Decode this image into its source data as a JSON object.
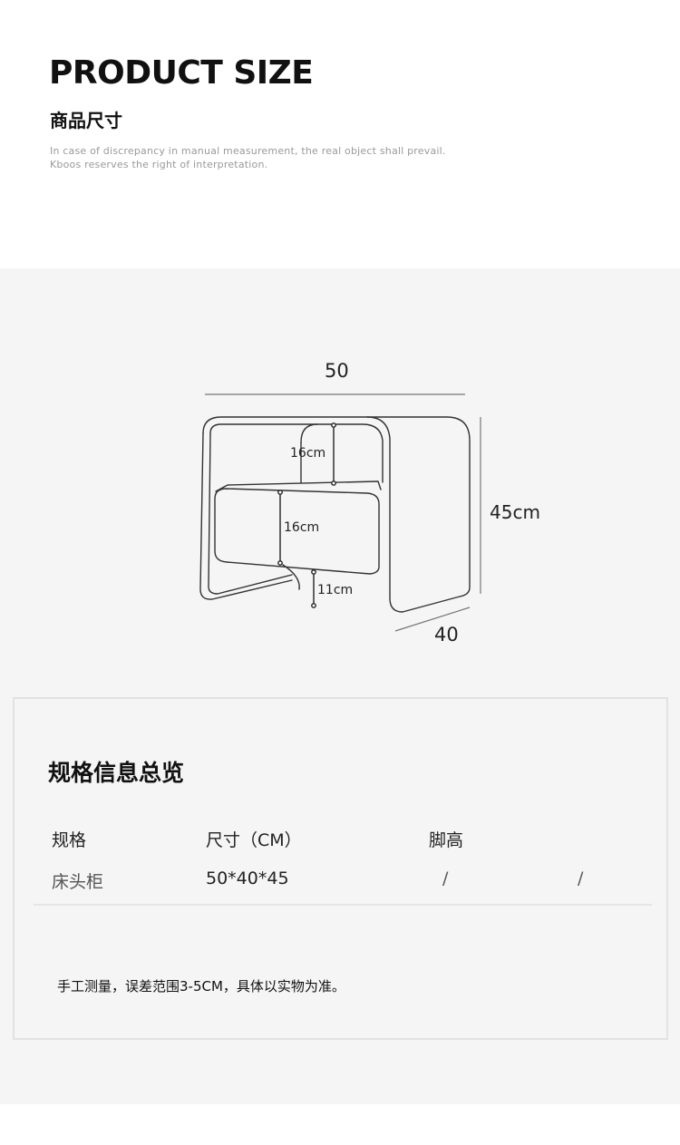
{
  "header": {
    "title_en": "PRODUCT SIZE",
    "title_cn": "商品尺寸",
    "note_line1": "In case of discrepancy in manual measurement, the real object shall prevail.",
    "note_line2": "Kboos reserves the right of interpretation."
  },
  "diagram": {
    "width_label": "50",
    "height_label": "45cm",
    "depth_label": "40",
    "top_shelf_label": "16cm",
    "middle_shelf_label": "16cm",
    "bottom_gap_label": "11cm"
  },
  "spec": {
    "title": "规格信息总览",
    "headers": [
      "规格",
      "尺寸（CM）",
      "脚高"
    ],
    "row": [
      "床头柜",
      "50*40*45",
      "/",
      "/"
    ],
    "disclaimer": "手工测量，误差范围3-5CM，具体以实物为准。"
  },
  "colors": {
    "panel_background": "#f5f5f5",
    "line": "#333333",
    "note_text": "#9a9a9a"
  }
}
